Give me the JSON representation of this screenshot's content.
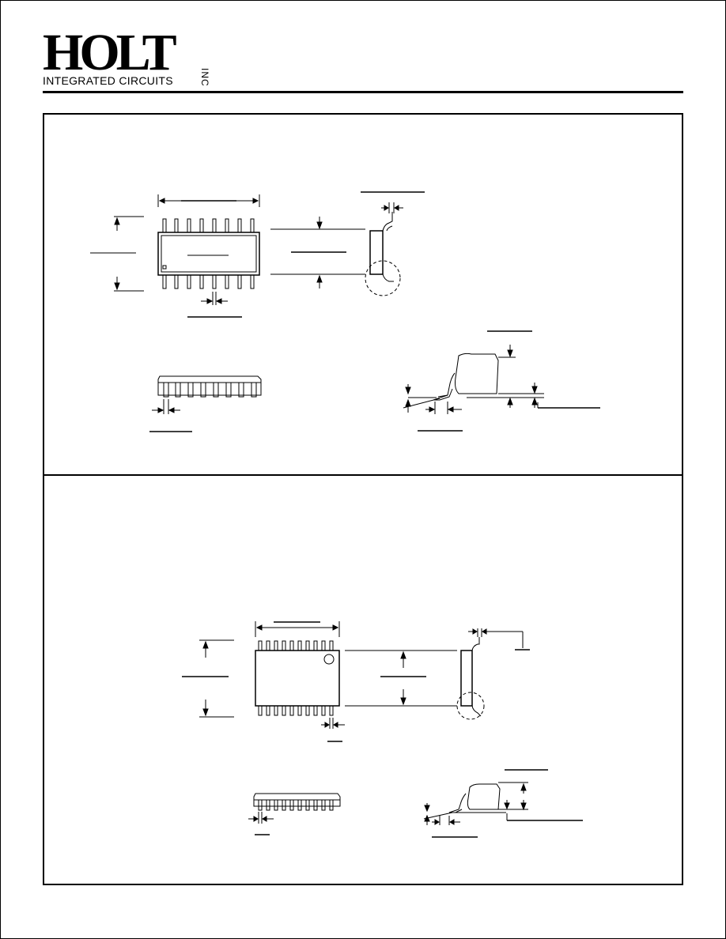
{
  "header": {
    "logo_text": "HOLT",
    "logo_inc": "INC",
    "logo_subtitle": "INTEGRATED CIRCUITS"
  },
  "colors": {
    "ink": "#000000",
    "paper": "#ffffff"
  }
}
